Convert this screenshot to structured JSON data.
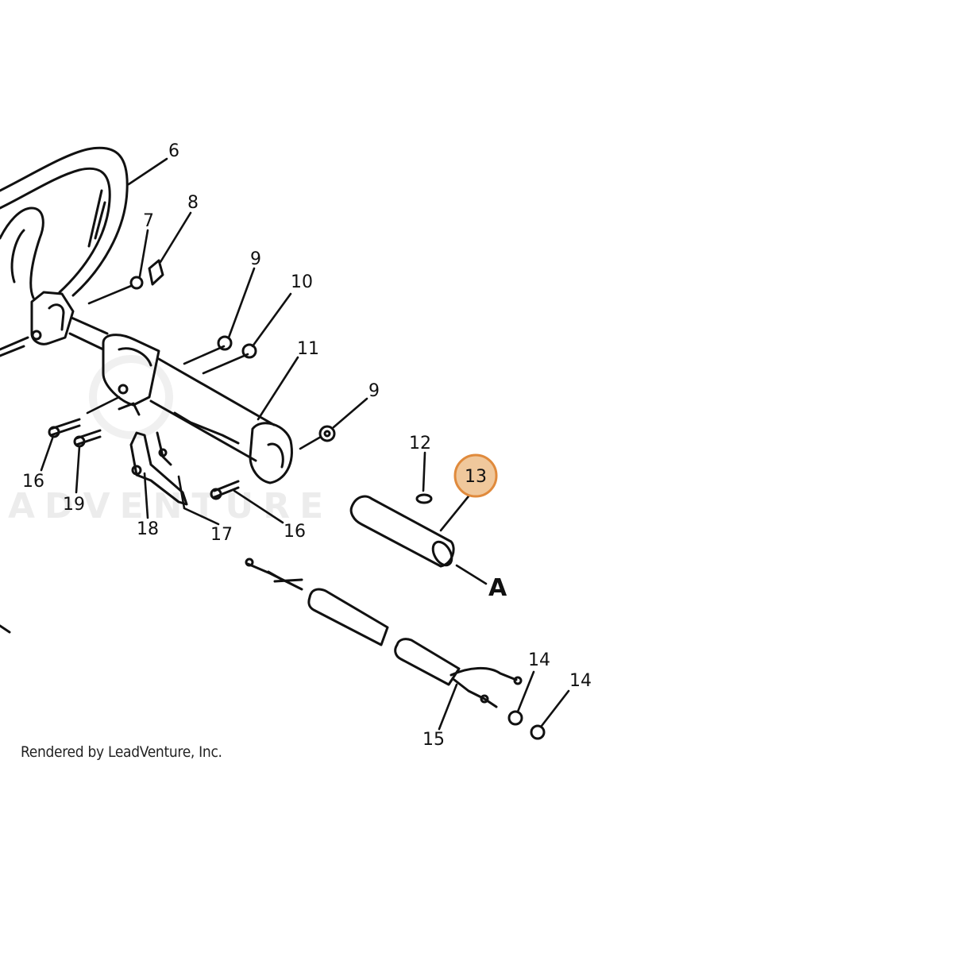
{
  "diagram": {
    "callouts": [
      "6",
      "7",
      "8",
      "9",
      "10",
      "11",
      "9",
      "12",
      "13",
      "16",
      "19",
      "18",
      "17",
      "16",
      "14",
      "14",
      "15",
      "A"
    ],
    "highlighted_callout": "13",
    "highlight_color": "#e08a3c",
    "watermark": "ADVENTURE"
  },
  "footer": {
    "credit": "Rendered by LeadVenture, Inc."
  }
}
